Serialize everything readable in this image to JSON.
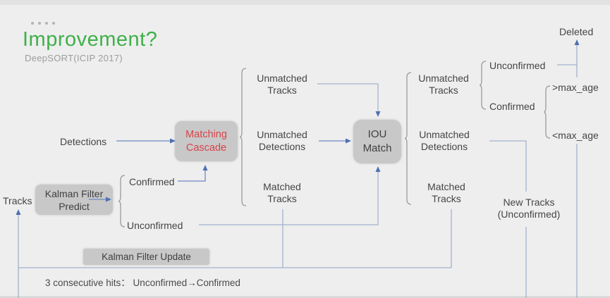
{
  "header": {
    "title": "Improvement?",
    "subtitle": "DeepSORT(ICIP 2017)"
  },
  "colors": {
    "accent_green": "#3fb04a",
    "box_fill": "#c8c8c8",
    "cascade_red": "#d8434a",
    "wire_blue": "#a3b2ce",
    "arrow_blue": "#4d70b3",
    "background": "#eeeeee"
  },
  "nodes": {
    "tracks": "Tracks",
    "detections": "Detections",
    "kalman_predict": "Kalman Filter\nPredict",
    "matching_cascade": "Matching\nCascade",
    "iou_match": "IOU\nMatch",
    "kalman_update": "Kalman Filter Update",
    "kp_confirmed": "Confirmed",
    "kp_unconfirmed": "Unconfirmed",
    "mc_unmatched_tracks": "Unmatched\nTracks",
    "mc_unmatched_detections": "Unmatched\nDetections",
    "mc_matched_tracks": "Matched\nTracks",
    "iou_unmatched_tracks": "Unmatched\nTracks",
    "iou_unmatched_detections": "Unmatched\nDetections",
    "iou_matched_tracks": "Matched\nTracks",
    "ut_unconfirmed": "Unconfirmed",
    "ut_confirmed": "Confirmed",
    "deleted": "Deleted",
    "gt_max_age": ">max_age",
    "lt_max_age": "<max_age",
    "new_tracks": "New Tracks\n(Unconfirmed)"
  },
  "note": "3 consecutive hits：  Unconfirmed→Confirmed"
}
